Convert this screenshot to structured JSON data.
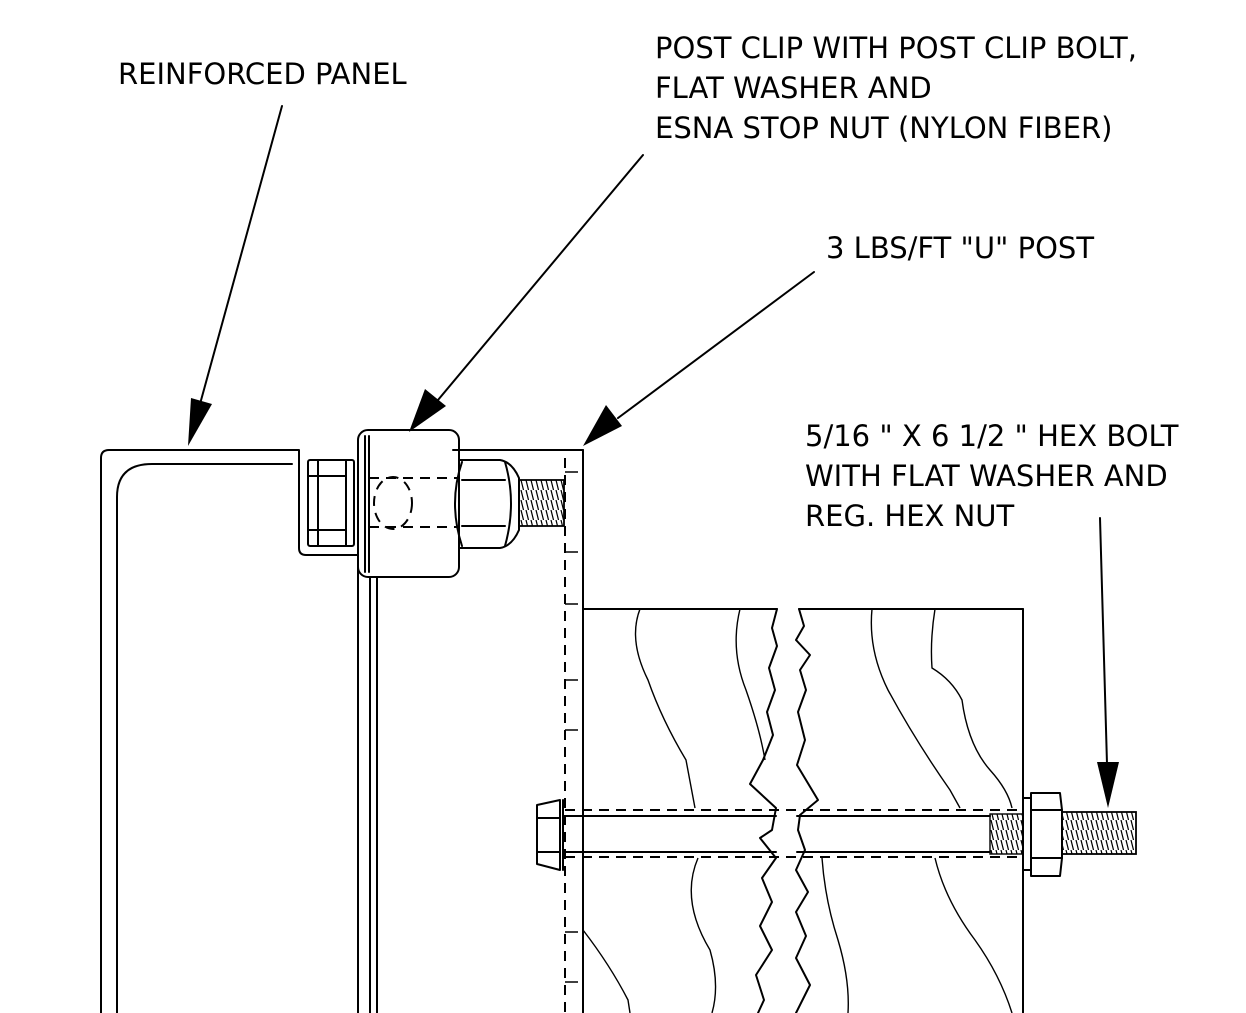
{
  "labels": {
    "reinforced_panel": "REINFORCED PANEL",
    "post_clip": [
      "POST CLIP WITH  POST CLIP BOLT,",
      "FLAT WASHER AND",
      "ESNA STOP NUT (NYLON FIBER)"
    ],
    "u_post": "3 LBS/FT \"U\" POST",
    "hex_bolt": [
      "5/16 \" X 6 1/2 \" HEX BOLT",
      "WITH FLAT WASHER AND",
      "REG. HEX NUT"
    ]
  }
}
